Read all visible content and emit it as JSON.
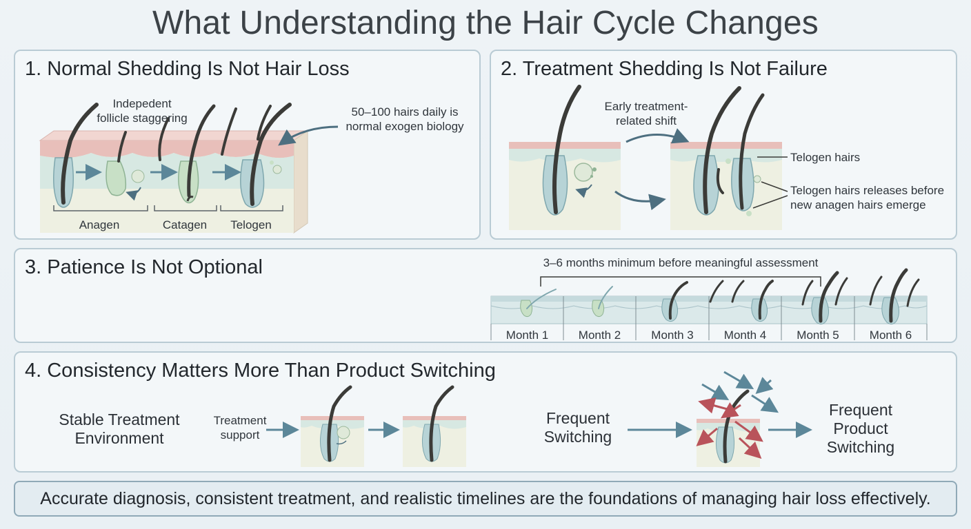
{
  "title": "What Understanding the Hair Cycle Changes",
  "panel1": {
    "heading": "1. Normal Shedding Is Not Hair Loss",
    "note_follicle": "Indepedent follicle staggering",
    "note_daily": "50–100 hairs daily is normal exogen biology",
    "phases": [
      "Anagen",
      "Catagen",
      "Telogen"
    ]
  },
  "panel2": {
    "heading": "2. Treatment Shedding Is Not Failure",
    "note_shift": "Early treatment-related shift",
    "note_telogen": "Telogen hairs",
    "note_release": "Telogen hairs releases before new anagen hairs emerge"
  },
  "panel3": {
    "heading": "3. Patience Is Not Optional",
    "bracket_label": "3–6 months minimum before meaningful assessment",
    "months": [
      "Month 1",
      "Month 2",
      "Month 3",
      "Month 4",
      "Month 5",
      "Month 6"
    ]
  },
  "panel4": {
    "heading": "4. Consistency Matters More Than Product Switching",
    "stable": "Stable Treatment Environment",
    "support": "Treatment support",
    "frequent": "Frequent Switching",
    "outcome": "Frequent Product Switching"
  },
  "footer": "Accurate diagnosis, consistent treatment, and realistic timelines are the foundations of managing hair loss effectively.",
  "colors": {
    "panel_border": "#b9cbd4",
    "skin_top": "#ecc6c2",
    "dermis": "#dfece6",
    "follicle": "#b7d3d6",
    "hair": "#3b3b38",
    "arrow": "#5c8799",
    "red_arrow": "#b9535a"
  }
}
